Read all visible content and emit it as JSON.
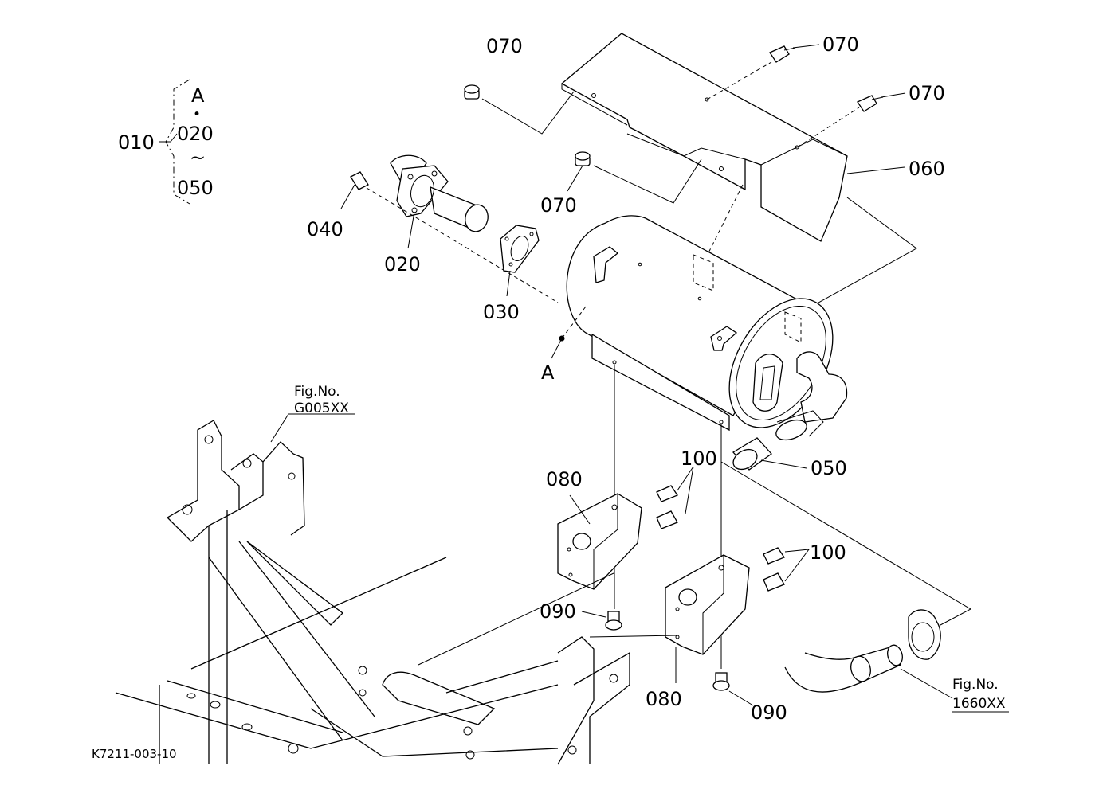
{
  "diagram": {
    "code": "K7211-003-10",
    "group": {
      "parent": "010",
      "letter": "A",
      "bullet": "•",
      "from": "020",
      "tilde": "~",
      "to": "050"
    },
    "callouts": {
      "c070_top_left": "070",
      "c070_top_right": "070",
      "c070_right": "070",
      "c070_mid": "070",
      "c060": "060",
      "c040": "040",
      "c020": "020",
      "c030": "030",
      "point_a": "A",
      "c050": "050",
      "c080_upper": "080",
      "c100_upper": "100",
      "c100_lower": "100",
      "c090_upper": "090",
      "c080_lower": "080",
      "c090_lower": "090"
    },
    "references": {
      "frame_fig_label": "Fig.No.",
      "frame_fig_number": "G005XX",
      "pipe_fig_label": "Fig.No.",
      "pipe_fig_number": "1660XX"
    }
  }
}
